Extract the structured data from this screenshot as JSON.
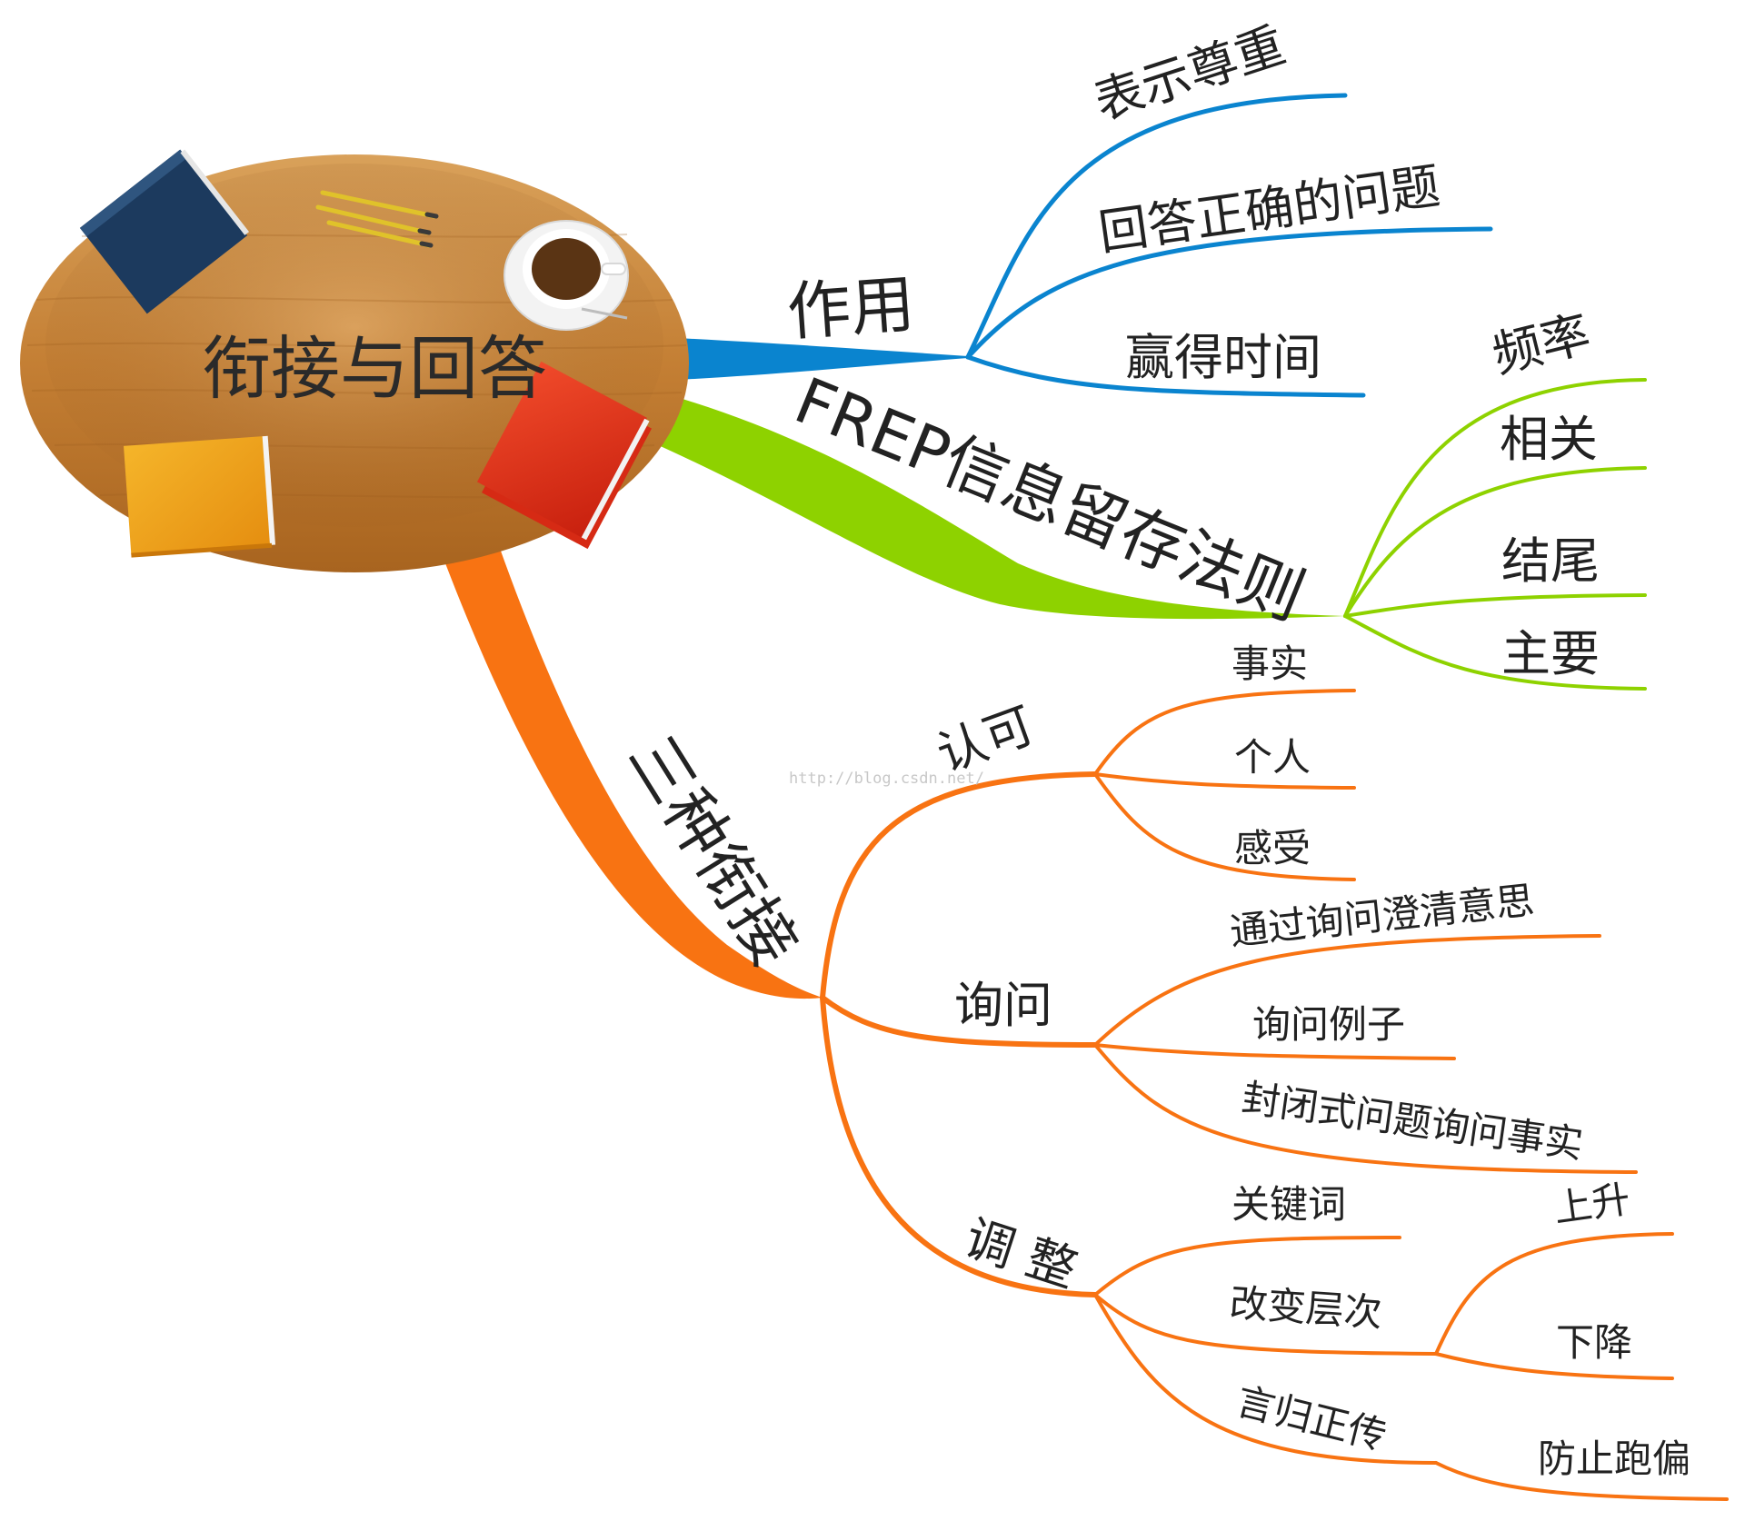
{
  "root": {
    "label": "衔接与回答"
  },
  "branches": {
    "zuoyong": {
      "label": "作用",
      "color": "#0a84cf",
      "children": [
        "表示尊重",
        "回答正确的问题",
        "赢得时间"
      ]
    },
    "frep": {
      "label": "FREP信息留存法则",
      "color": "#8ed200",
      "children": [
        "频率",
        "相关",
        "结尾",
        "主要"
      ]
    },
    "sanzhong": {
      "label": "三种衔接",
      "color": "#f87312",
      "renke": {
        "label": "认可",
        "children": [
          "事实",
          "个人",
          "感受"
        ]
      },
      "xunwen": {
        "label": "询问",
        "children": [
          "通过询问澄清意思",
          "询问例子",
          "封闭式问题询问事实"
        ]
      },
      "tiaozheng": {
        "label": "调 整",
        "guanjianci": {
          "label": "关键词"
        },
        "gaibian": {
          "label": "改变层次",
          "children": [
            "上升",
            "下降"
          ]
        },
        "yangui": {
          "label": "言归正传",
          "children": [
            "防止跑偏"
          ]
        }
      }
    }
  },
  "watermark": "http://blog.csdn.net/"
}
